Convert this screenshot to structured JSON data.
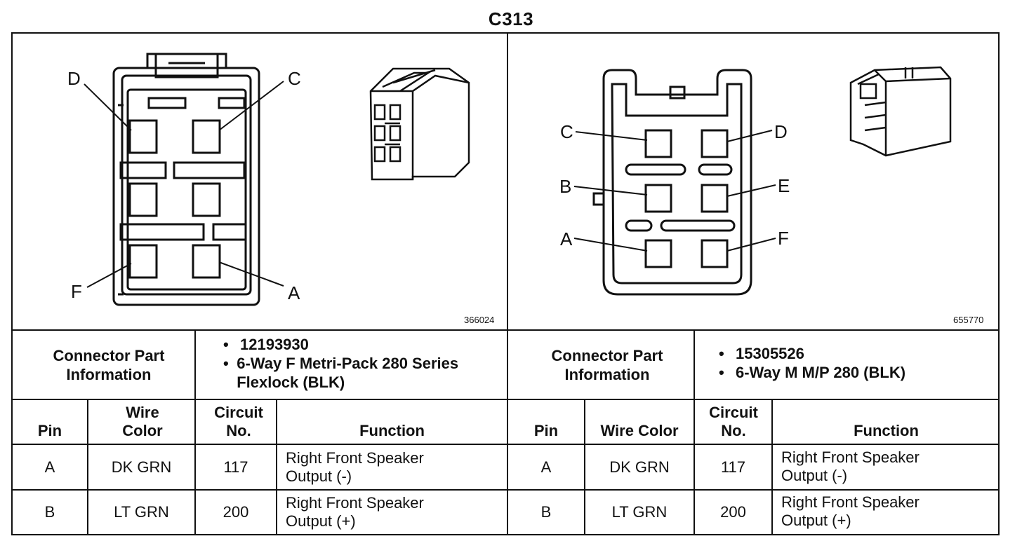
{
  "title": "C313",
  "left": {
    "figure_number": "366024",
    "pin_labels": [
      "D",
      "C",
      "F",
      "A"
    ],
    "connector_part_label": "Connector Part Information",
    "part_info": [
      "12193930",
      "6-Way F Metri-Pack 280 Series Flexlock (BLK)"
    ],
    "headers": {
      "pin": "Pin",
      "wire_color": "Wire Color",
      "circuit": "Circuit No.",
      "function": "Function"
    },
    "rows": [
      {
        "pin": "A",
        "wire_color": "DK GRN",
        "circuit": "117",
        "function_line1": "Right Front Speaker",
        "function_line2": "Output (-)"
      },
      {
        "pin": "B",
        "wire_color": "LT GRN",
        "circuit": "200",
        "function_line1": "Right Front Speaker",
        "function_line2": "Output (+)"
      }
    ]
  },
  "right": {
    "figure_number": "655770",
    "pin_labels": [
      "C",
      "D",
      "B",
      "E",
      "A",
      "F"
    ],
    "connector_part_label": "Connector Part Information",
    "part_info": [
      "15305526",
      "6-Way M M/P 280 (BLK)"
    ],
    "headers": {
      "pin": "Pin",
      "wire_color": "Wire Color",
      "circuit": "Circuit No.",
      "function": "Function"
    },
    "rows": [
      {
        "pin": "A",
        "wire_color": "DK GRN",
        "circuit": "117",
        "function_line1": "Right Front Speaker",
        "function_line2": "Output (-)"
      },
      {
        "pin": "B",
        "wire_color": "LT GRN",
        "circuit": "200",
        "function_line1": "Right Front Speaker",
        "function_line2": "Output (+)"
      }
    ]
  }
}
